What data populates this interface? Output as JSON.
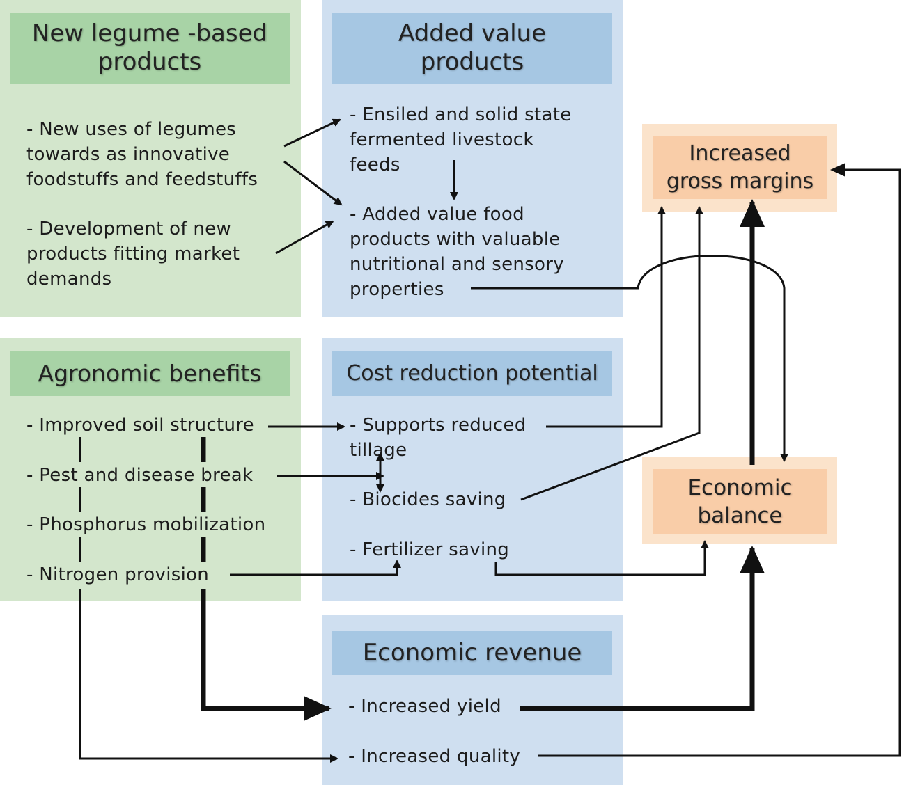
{
  "new_legume": {
    "title": "New legume -based\nproducts",
    "items": [
      "- New uses of legumes\n   towards as innovative\n   foodstuffs and feedstuffs",
      "- Development of new\n   products fitting market\n   demands"
    ]
  },
  "added_value": {
    "title": "Added value\nproducts",
    "items": [
      "- Ensiled and solid state\n   fermented livestock\n   feeds",
      "- Added value food\n   products with valuable\n   nutritional and sensory\n   properties"
    ]
  },
  "agronomic": {
    "title": "Agronomic benefits",
    "items": [
      "- Improved soil structure",
      "- Pest and disease break",
      "- Phosphorus mobilization",
      "- Nitrogen provision"
    ]
  },
  "cost_reduction": {
    "title": "Cost reduction potential",
    "items": [
      "- Supports reduced\n   tillage",
      "- Biocides saving",
      "- Fertilizer saving"
    ]
  },
  "economic_revenue": {
    "title": "Economic revenue",
    "items": [
      "- Increased yield",
      "- Increased quality"
    ]
  },
  "gross_margins": {
    "title": "Increased\ngross margins"
  },
  "economic_balance": {
    "title": "Economic\nbalance"
  }
}
